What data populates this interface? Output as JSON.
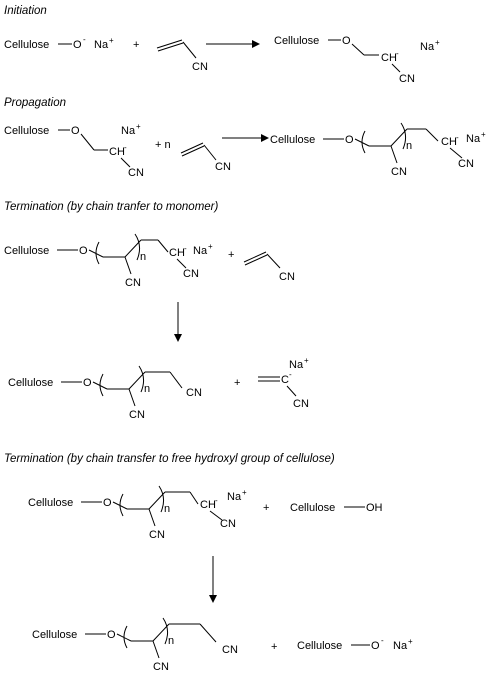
{
  "scheme": {
    "headings": {
      "initiation": "Initiation",
      "propagation": "Propagation",
      "term1": "Termination (by chain tranfer to monomer)",
      "term2": "Termination (by chain transfer to free hydroxyl group of cellulose)"
    },
    "labels": {
      "cellulose": "Cellulose",
      "o": "O",
      "ominus": "O",
      "na": "Na",
      "plus_sup": "+",
      "minus_sup": "-",
      "cn": "CN",
      "ch": "CH",
      "c": "C",
      "n": "n",
      "oh": "OH",
      "plus": "+",
      "plus_n": "+ n"
    }
  }
}
